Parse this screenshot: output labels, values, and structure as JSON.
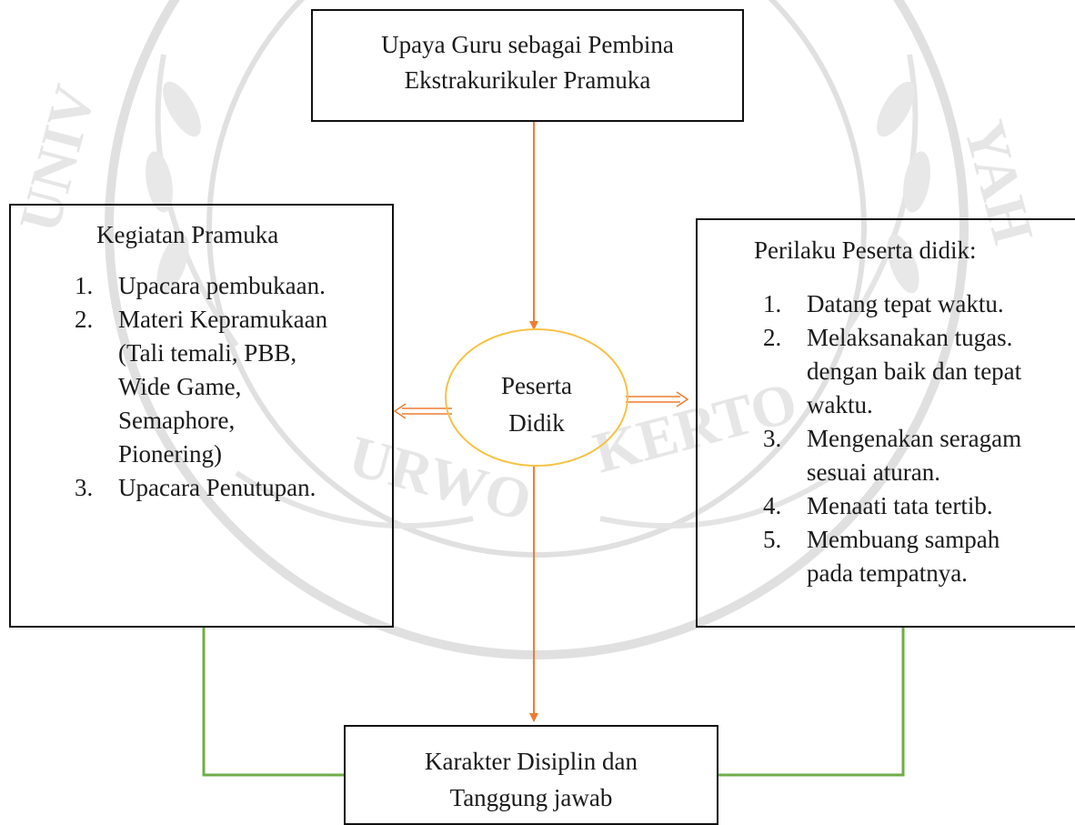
{
  "title_box": {
    "line1": "Upaya Guru sebagai Pembina",
    "line2": "Ekstrakurikuler Pramuka"
  },
  "left_box": {
    "heading": "Kegiatan Pramuka",
    "items": [
      {
        "num": "1.",
        "lines": [
          "Upacara pembukaan."
        ]
      },
      {
        "num": "2.",
        "lines": [
          "Materi Kepramukaan",
          "(Tali temali, PBB,",
          "Wide Game,",
          "Semaphore,",
          "Pionering)"
        ]
      },
      {
        "num": "3.",
        "lines": [
          "Upacara Penutupan."
        ]
      }
    ]
  },
  "center": {
    "line1": "Peserta",
    "line2": "Didik"
  },
  "right_box": {
    "heading": "Perilaku Peserta didik:",
    "items": [
      {
        "num": "1.",
        "lines": [
          "Datang tepat waktu."
        ]
      },
      {
        "num": "2.",
        "lines": [
          "Melaksanakan tugas.",
          "dengan baik dan tepat",
          "waktu."
        ]
      },
      {
        "num": "3.",
        "lines": [
          "Mengenakan seragam",
          "sesuai aturan."
        ]
      },
      {
        "num": "4.",
        "lines": [
          "Menaati tata tertib."
        ]
      },
      {
        "num": "5.",
        "lines": [
          "Membuang sampah",
          "pada tempatnya."
        ]
      }
    ]
  },
  "bottom_box": {
    "line1": "Karakter Disiplin dan",
    "line2": "Tanggung jawab"
  },
  "colors": {
    "arrow": "#ed7d31",
    "ellipse": "#f5c344",
    "connector": "#70ad47",
    "border": "#111111",
    "watermark": "#e2e2e2"
  }
}
